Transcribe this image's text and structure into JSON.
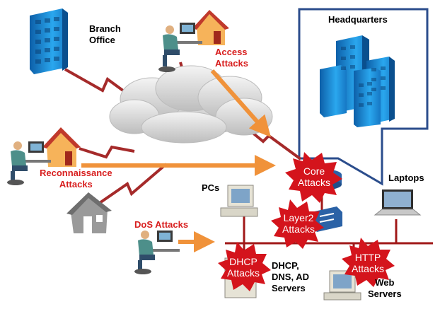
{
  "labels": {
    "branch_office": [
      "Branch",
      "Office"
    ],
    "headquarters": "Headquarters",
    "access_attacks": [
      "Access",
      "Attacks"
    ],
    "reconnaissance_attacks": [
      "Reconnaissance",
      "Attacks"
    ],
    "dos_attacks": "DoS Attacks",
    "pcs": "PCs",
    "laptops": "Laptops",
    "servers": [
      "DHCP,",
      "DNS, AD",
      "Servers"
    ],
    "web_servers": [
      "Web",
      "Servers"
    ]
  },
  "bursts": {
    "core": [
      "Core",
      "Attacks"
    ],
    "layer2": [
      "Layer2",
      "Attacks"
    ],
    "dhcp": [
      "DHCP",
      "Attacks"
    ],
    "http": [
      "HTTP",
      "Attacks"
    ]
  },
  "colors": {
    "wan_link": "#a52a2a",
    "lan_link": "#a01818",
    "attack_arrow": "#f0923a",
    "attack_label": "#d81e1e",
    "burst_fill": "#d4141c",
    "building_blue": "#1a8fd6",
    "hq_frame": "#2b4d8c",
    "cloud": "#d9d9d9"
  },
  "icons": [
    "building-icon",
    "cloud-icon",
    "attacker-icon",
    "house-icon",
    "pc-icon",
    "laptop-icon",
    "server-icon",
    "router-icon",
    "switch-icon"
  ]
}
